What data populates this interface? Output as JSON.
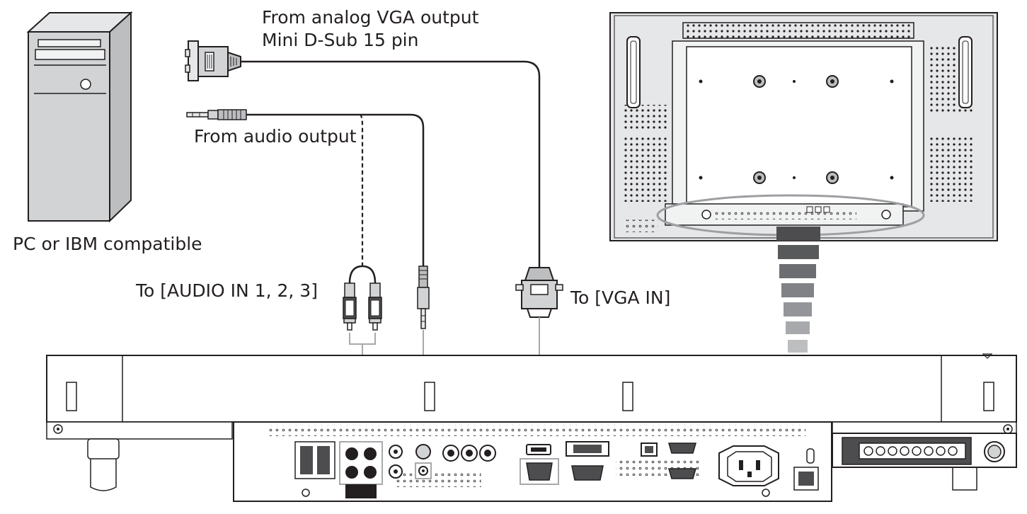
{
  "labels": {
    "vga_source_line1": "From analog VGA output",
    "vga_source_line2": "Mini D-Sub 15 pin",
    "audio_source": "From audio output",
    "pc": "PC or IBM compatible",
    "audio_target": "To [AUDIO IN 1, 2, 3]",
    "vga_target": "To [VGA IN]"
  },
  "icons": {
    "computer": "pc-tower-icon",
    "vga_plug": "vga-connector-icon",
    "audio_plug": "stereo-mini-jack-icon",
    "rca_plugs": "rca-plug-pair-icon",
    "monitor_back": "display-rear-panel-icon",
    "io_panel": "input-terminal-panel-icon"
  },
  "colors": {
    "line": "#231f20",
    "device_fill": "#d4d5d6",
    "device_dark": "#4d4d4f",
    "guide_line": "#a7a9ac",
    "highlight_ellipse": "#9d9fa2"
  }
}
